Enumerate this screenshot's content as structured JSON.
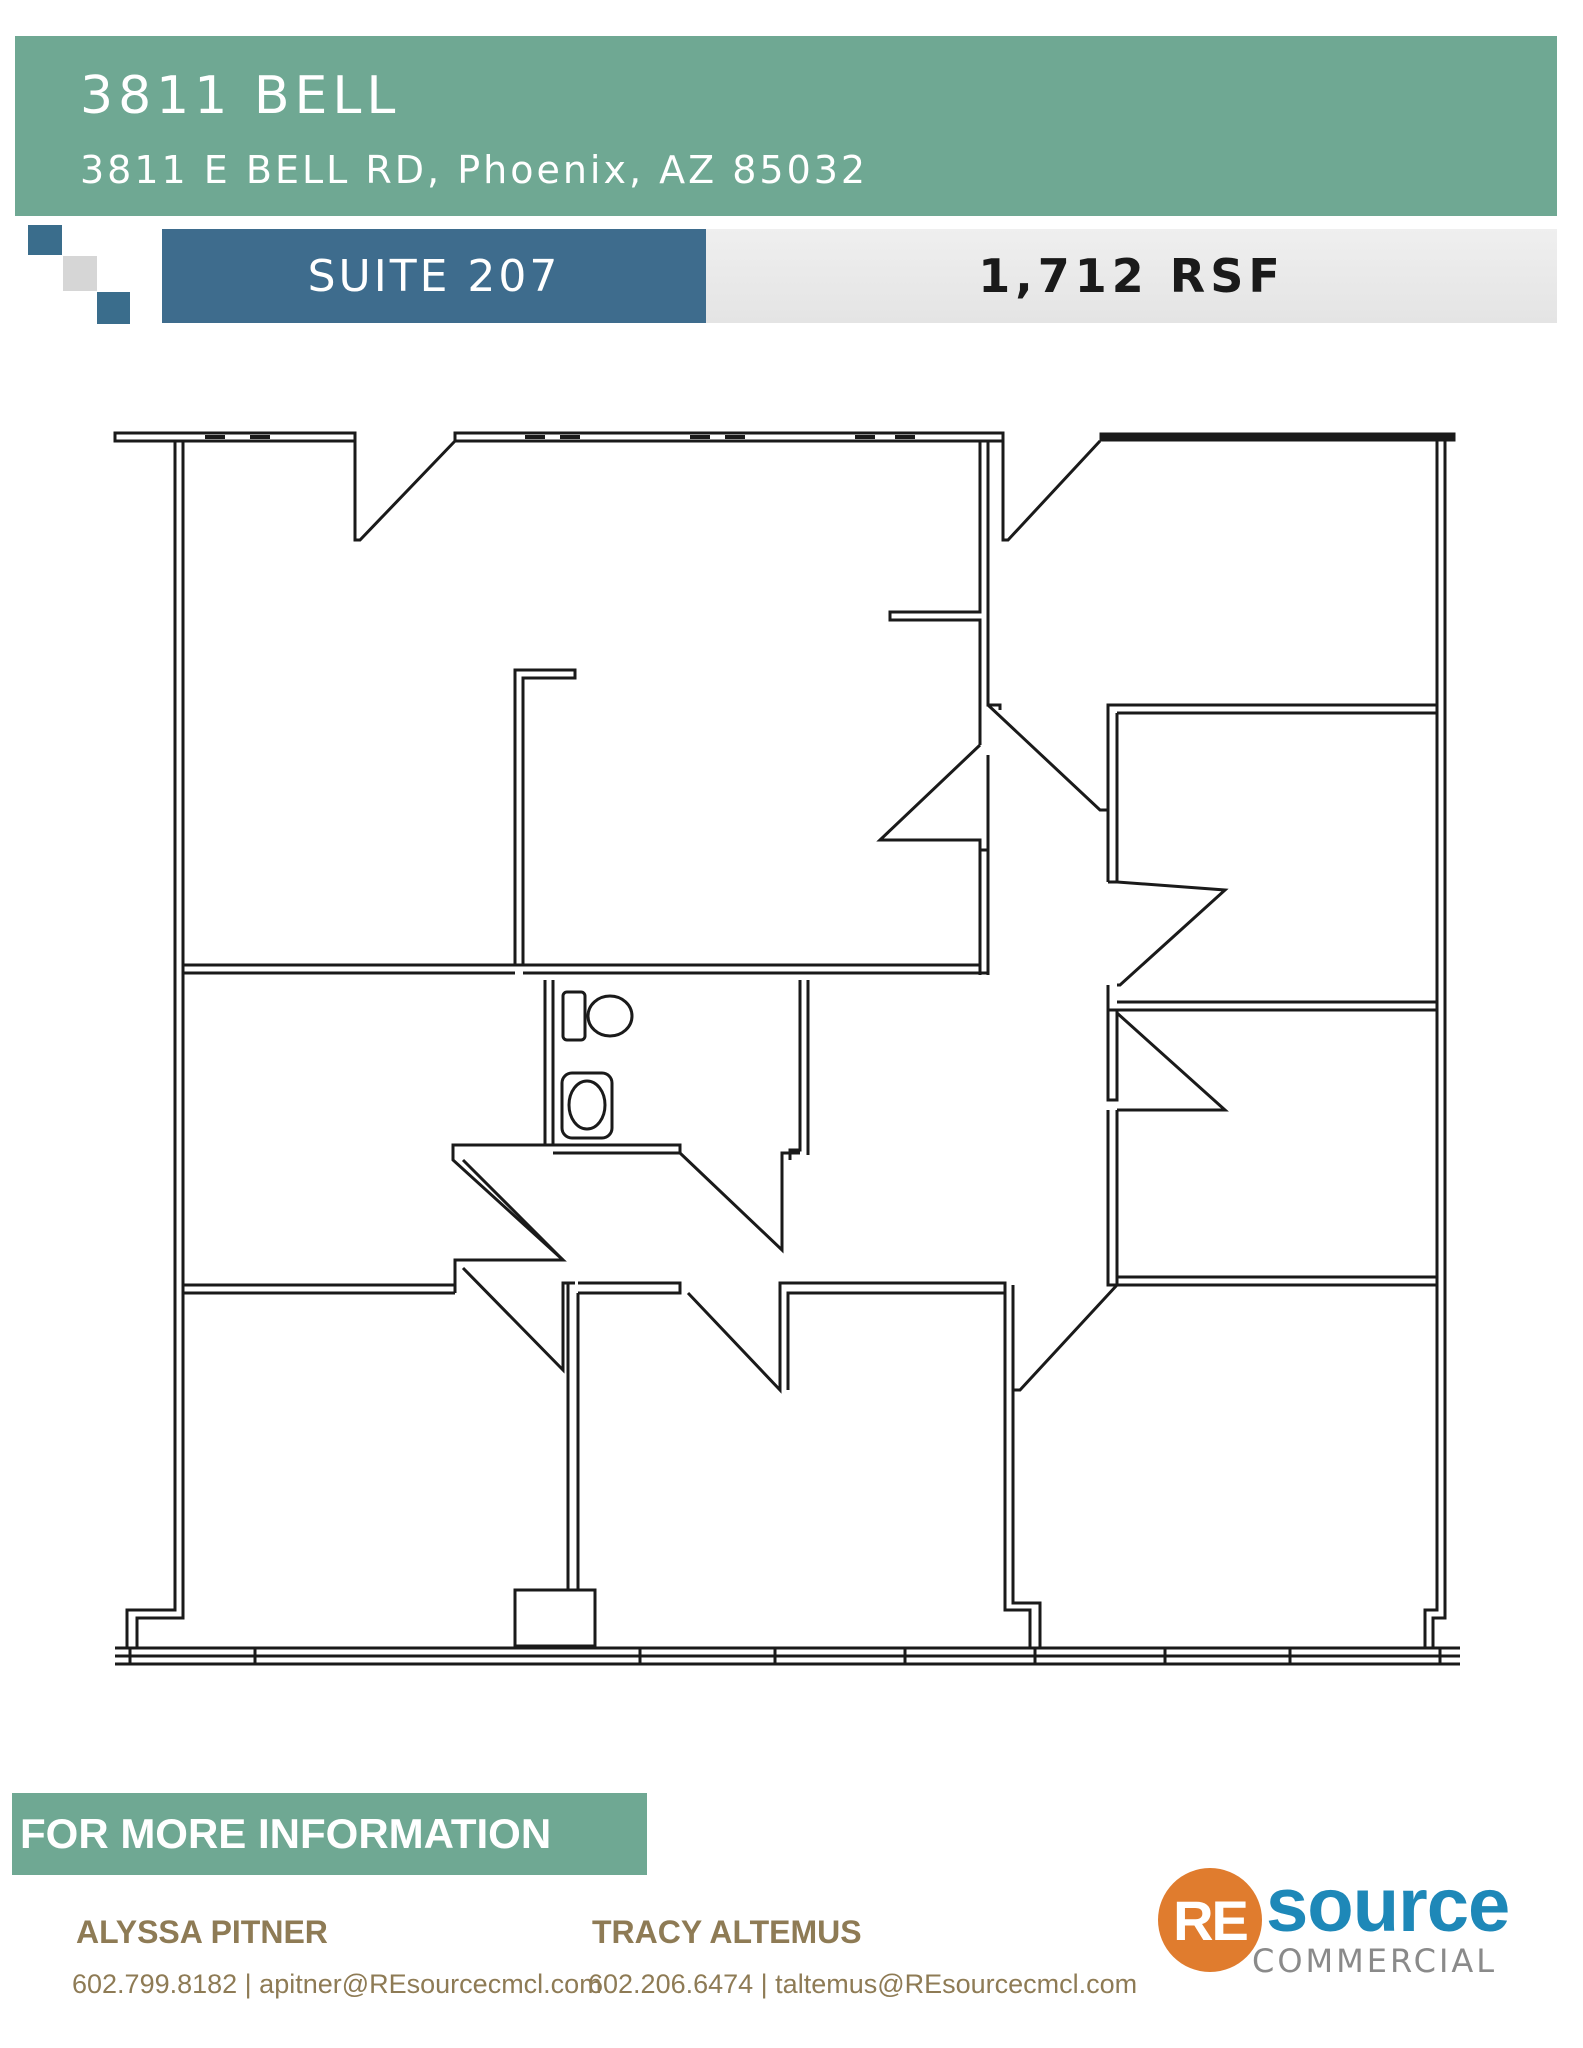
{
  "header": {
    "property_name": "3811 BELL",
    "address": "3811 E BELL RD, Phoenix, AZ 85032"
  },
  "suite": {
    "label": "SUITE 207",
    "area": "1,712 RSF"
  },
  "colors": {
    "header_green": "#6fa893",
    "suite_blue": "#3e6c8d",
    "contact_text": "#8e7b55",
    "logo_orange": "#e07c2e",
    "logo_blue": "#1e88b8"
  },
  "footer": {
    "info_heading": "FOR MORE INFORMATION",
    "contacts": [
      {
        "name": "ALYSSA PITNER",
        "details": "602.799.8182 | apitner@REsourcecmcl.com"
      },
      {
        "name": "TRACY ALTEMUS",
        "details": "602.206.6474 | taltemus@REsourcecmcl.com"
      }
    ]
  },
  "logo": {
    "mark": "RE",
    "word": "source",
    "sub": "COMMERCIAL"
  }
}
